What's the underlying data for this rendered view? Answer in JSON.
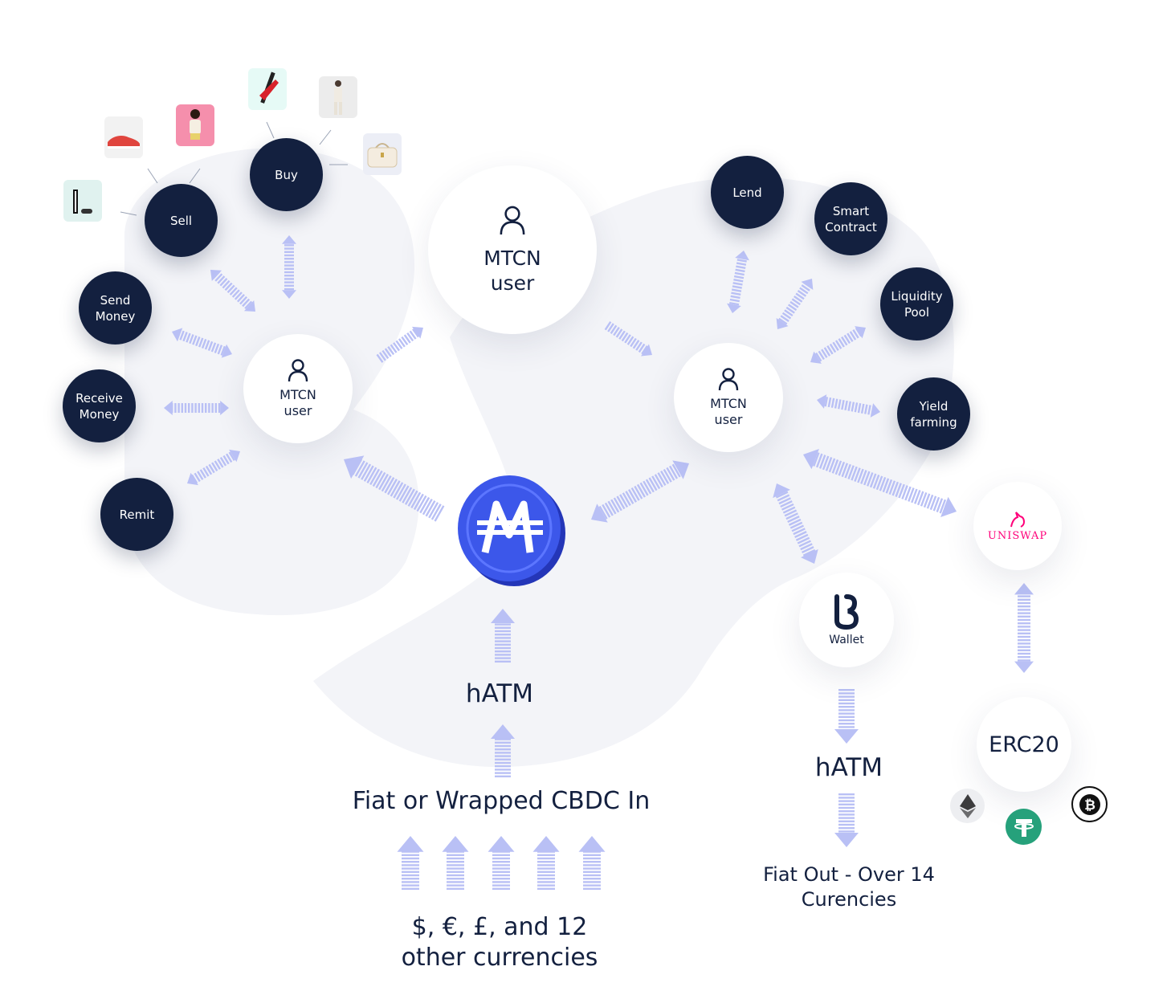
{
  "left_cluster": {
    "user_label": "MTCN\nuser",
    "actions": [
      {
        "id": "buy",
        "label": "Buy"
      },
      {
        "id": "sell",
        "label": "Sell"
      },
      {
        "id": "send-money",
        "label": "Send\nMoney"
      },
      {
        "id": "receive-money",
        "label": "Receive\nMoney"
      },
      {
        "id": "remit",
        "label": "Remit"
      }
    ],
    "product_thumbnails": [
      "console-image",
      "sneaker-image",
      "fashion-model-image",
      "lipstick-image",
      "outfit-image",
      "handbag-image"
    ]
  },
  "top_user": {
    "label": "MTCN\nuser"
  },
  "right_cluster": {
    "user_label": "MTCN\nuser",
    "actions": [
      {
        "id": "lend",
        "label": "Lend"
      },
      {
        "id": "smart-contract",
        "label": "Smart\nContract"
      },
      {
        "id": "liquidity-pool",
        "label": "Liquidity\nPool"
      },
      {
        "id": "yield-farming",
        "label": "Yield\nfarming"
      }
    ]
  },
  "center": {
    "coin_icon": "mtcn-coin-icon",
    "hatm_label": "hATM",
    "fiat_in_label": "Fiat or Wrapped CBDC In",
    "currencies_label": "$, €, £, and 12\nother currencies"
  },
  "wallet": {
    "label": "Wallet",
    "icon": "b-wallet-icon",
    "hatm_label": "hATM",
    "fiat_out_label": "Fiat Out - Over 14\nCurencies"
  },
  "uniswap": {
    "label": "UNISWAP",
    "icon": "unicorn-icon"
  },
  "erc20": {
    "label": "ERC20",
    "tokens": [
      "ethereum-icon",
      "tether-icon",
      "bitcoin-icon"
    ]
  },
  "colors": {
    "dark_node": "#13203f",
    "arrow": "#b9c0f5",
    "background_blob": "#f3f4f8",
    "coin": "#3b55e6",
    "uniswap": "#ff007a",
    "tether": "#26a17b"
  }
}
